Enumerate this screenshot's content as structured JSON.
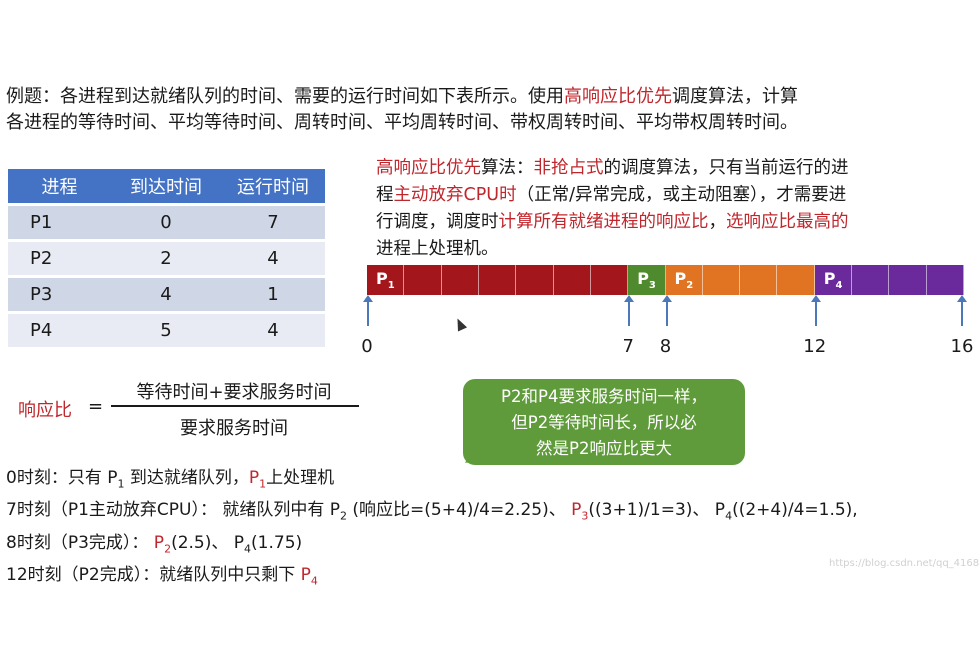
{
  "intro": {
    "line1_pre": "例题：各进程到达就绪队列的时间、需要的运行时间如下表所示。使用",
    "line1_red": "高响应比优先",
    "line1_post": "调度算法，计算",
    "line2": "各进程的等待时间、平均等待时间、周转时间、平均周转时间、带权周转时间、平均带权周转时间。"
  },
  "table": {
    "headers": [
      "进程",
      "到达时间",
      "运行时间"
    ],
    "rows": [
      [
        "P1",
        "0",
        "7"
      ],
      [
        "P2",
        "2",
        "4"
      ],
      [
        "P3",
        "4",
        "1"
      ],
      [
        "P4",
        "5",
        "4"
      ]
    ]
  },
  "algorithm": {
    "l1_a": "高响应比优先",
    "l1_b": "算法：",
    "l1_c": "非抢占式",
    "l1_d": "的调度算法，只有当前运行的进",
    "l2_a": "程",
    "l2_b": "主动放弃CPU时",
    "l2_c": "（正常/异常完成，或主动阻塞），才需要进",
    "l3_a": "行调度，调度时",
    "l3_b": "计算所有就绪进程的响应比",
    "l3_c": "，",
    "l3_d": "选响应比最高的",
    "l4": "进程上处理机。"
  },
  "gantt": {
    "unit_total": 16,
    "segments": [
      {
        "label": "P",
        "sub": "1",
        "start": 0,
        "end": 7,
        "color": "#a3161c"
      },
      {
        "label": "P",
        "sub": "3",
        "start": 7,
        "end": 8,
        "color": "#4f8a2e"
      },
      {
        "label": "P",
        "sub": "2",
        "start": 8,
        "end": 12,
        "color": "#e07422"
      },
      {
        "label": "P",
        "sub": "4",
        "start": 12,
        "end": 16,
        "color": "#6a2a9c"
      }
    ],
    "ticks": [
      "0",
      "7",
      "8",
      "12",
      "16"
    ],
    "tick_values": [
      0,
      7,
      8,
      12,
      16
    ]
  },
  "formula": {
    "name": "响应比",
    "eq": "=",
    "numerator": "等待时间+要求服务时间",
    "denominator": "要求服务时间"
  },
  "bubble": {
    "line1": "P2和P4要求服务时间一样，",
    "line2": "但P2等待时间长，所以必",
    "line3": "然是P2响应比更大"
  },
  "events": {
    "e1_a": "0时刻：只有 P",
    "e1_sub": "1",
    "e1_b": " 到达就绪队列，",
    "e1_red": "P",
    "e1_redsub": "1",
    "e1_c": "上处理机",
    "e2_a": "7时刻（P1主动放弃CPU）：  就绪队列中有 P",
    "e2_sub": "2",
    "e2_b": " (响应比=(5+4)/4=2.25)、  ",
    "e2_red": "P",
    "e2_redsub": "3",
    "e2_c": "((3+1)/1=3)、  P",
    "e2_sub2": "4",
    "e2_d": "((2+4)/4=1.5),",
    "e3_a": "8时刻（P3完成）：  ",
    "e3_red": "P",
    "e3_redsub": "2",
    "e3_b": "(2.5)、  P",
    "e3_sub": "4",
    "e3_c": "(1.75)",
    "e4_a": "12时刻（P2完成）：就绪队列中只剩下 ",
    "e4_red": "P",
    "e4_redsub": "4"
  },
  "watermark": "https://blog.csdn.net/qq_4168"
}
